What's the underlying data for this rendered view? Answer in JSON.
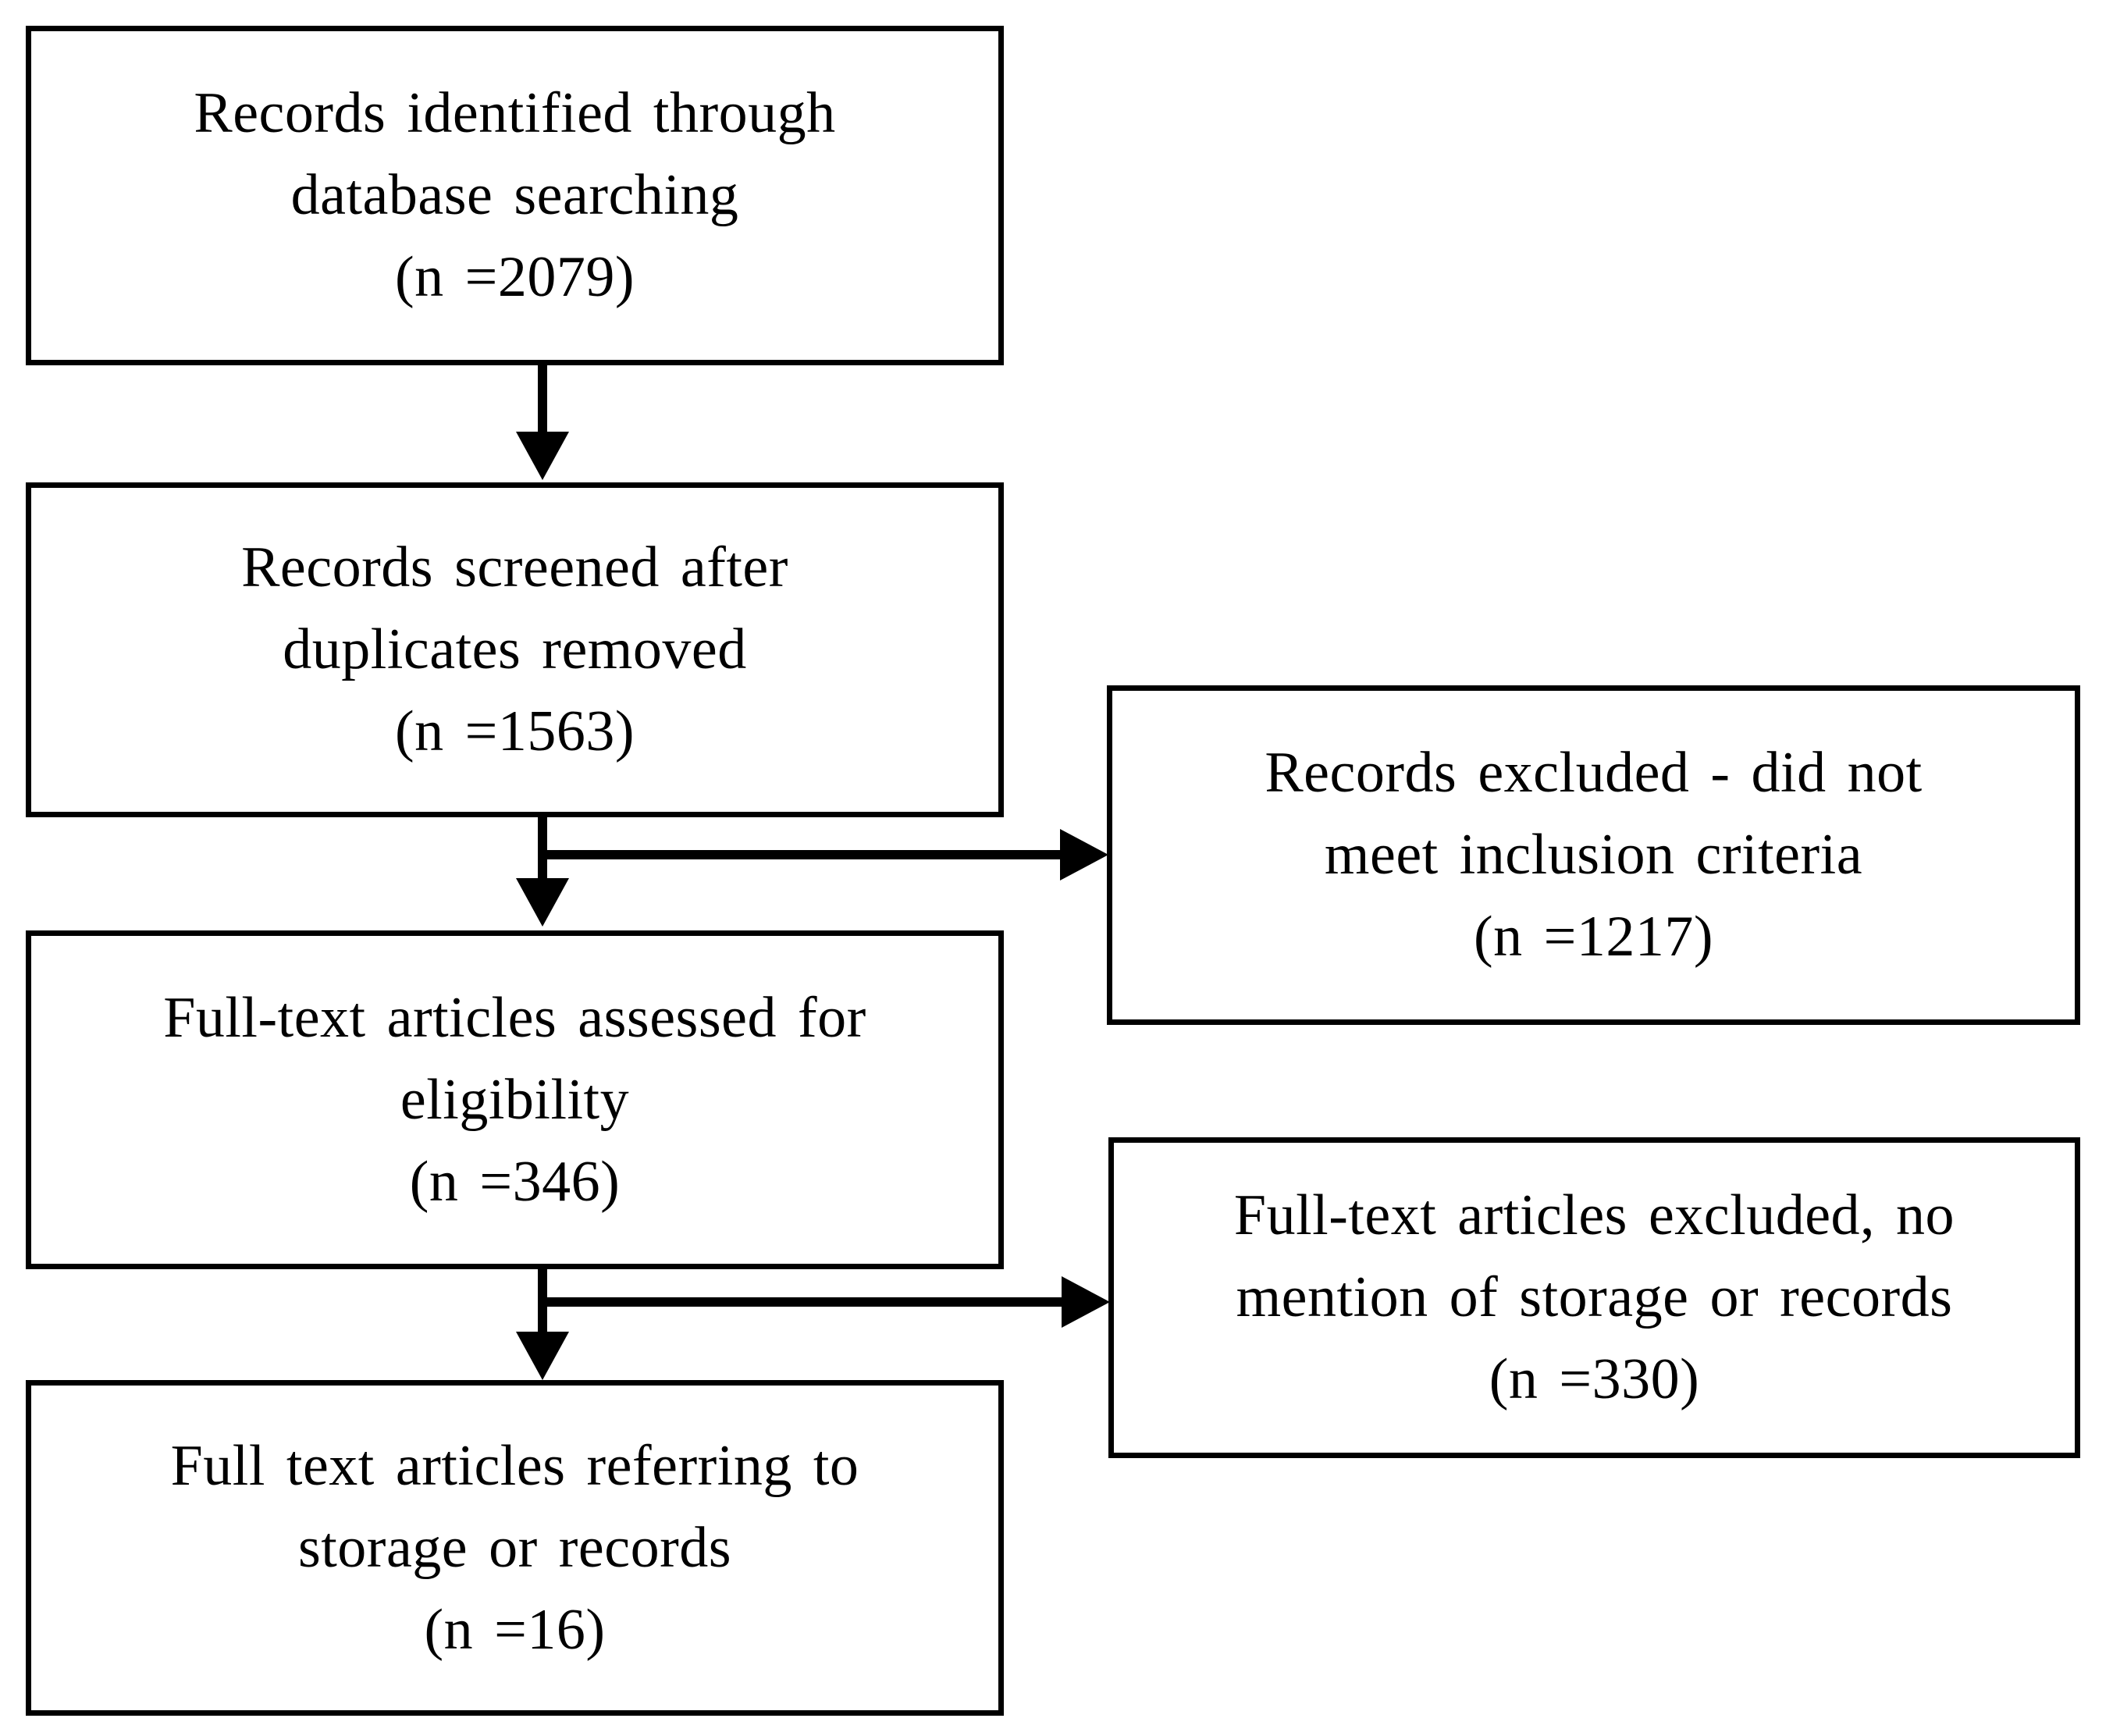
{
  "figure": {
    "type": "prisma-flow-diagram",
    "colors": {
      "ink": "#000000",
      "background": "#ffffff"
    }
  },
  "boxes": {
    "records_identified": {
      "lines": [
        "Records identified through",
        "database searching",
        "(n =2079)"
      ],
      "n": 2079
    },
    "records_screened": {
      "lines": [
        "Records screened after",
        "duplicates removed",
        "(n =1563)"
      ],
      "n": 1563
    },
    "records_excluded": {
      "lines": [
        "Records excluded - did not",
        "meet inclusion criteria",
        "(n =1217)"
      ],
      "n": 1217
    },
    "fulltext_assessed": {
      "lines": [
        "Full-text articles assessed for",
        "eligibility",
        "(n =346)"
      ],
      "n": 346
    },
    "fulltext_excluded": {
      "lines": [
        "Full-text articles excluded, no",
        "mention of storage or records",
        "(n =330)"
      ],
      "n": 330
    },
    "fulltext_included": {
      "lines": [
        "Full text articles referring to",
        "storage or records",
        "(n =16)"
      ],
      "n": 16
    }
  },
  "arrows": [
    {
      "from": "records_identified",
      "to": "records_screened",
      "direction": "down"
    },
    {
      "from": "records_screened",
      "to": "fulltext_assessed",
      "direction": "down"
    },
    {
      "from": "records_screened",
      "to": "records_excluded",
      "direction": "right"
    },
    {
      "from": "fulltext_assessed",
      "to": "fulltext_included",
      "direction": "down"
    },
    {
      "from": "fulltext_assessed",
      "to": "fulltext_excluded",
      "direction": "right"
    }
  ]
}
